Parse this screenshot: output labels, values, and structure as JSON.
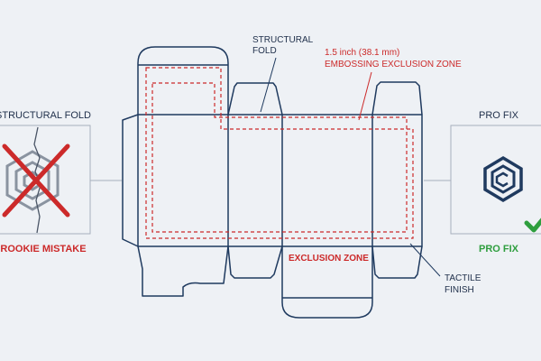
{
  "colors": {
    "background": "#eef1f5",
    "dieline": "#1f3a5f",
    "exclusion": "#cc2a2a",
    "mistake": "#cc2a2a",
    "fix": "#2e9e3e",
    "leader": "#7a8799"
  },
  "labels": {
    "structural_fold": [
      "STRUCTURAL",
      "FOLD"
    ],
    "embossing_zone": [
      "1.5 inch (38.1 mm)",
      "EMBOSSING EXCLUSION ZONE"
    ],
    "exclusion_zone": "EXCLUSION ZONE",
    "tactile_finish": [
      "TACTILE",
      "FINISH"
    ]
  },
  "left_panel": {
    "title": "STRUCTURAL FOLD",
    "caption": "ROOKIE MISTAKE",
    "icon": "hexagon-logo-icon",
    "marker": "red-x-icon"
  },
  "right_panel": {
    "title": "PRO FIX",
    "caption": "PRO FIX",
    "icon": "hexagon-logo-icon",
    "marker": "green-check-icon"
  }
}
